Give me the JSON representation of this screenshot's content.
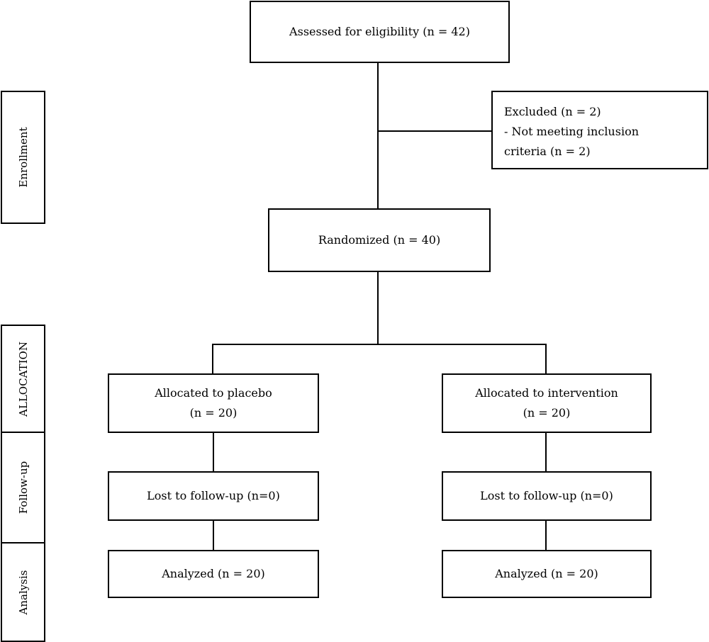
{
  "phases": {
    "enrollment": "Enrollment",
    "allocation": "ALLOCATION",
    "followup": "Follow-up",
    "analysis": "Analysis"
  },
  "boxes": {
    "assessed": "Assessed for eligibility (n = 42)",
    "excluded": {
      "line1": "Excluded (n = 2)",
      "line2": "- Not meeting inclusion",
      "line3": "criteria (n = 2)"
    },
    "randomized": "Randomized (n = 40)",
    "placebo": {
      "line1": "Allocated to placebo",
      "line2": "(n = 20)"
    },
    "intervention": {
      "line1": "Allocated to intervention",
      "line2": "(n = 20)"
    },
    "lost_placebo": "Lost to follow-up (n=0)",
    "lost_intervention": "Lost to follow-up (n=0)",
    "analyzed_placebo": "Analyzed (n = 20)",
    "analyzed_intervention": "Analyzed (n = 20)"
  }
}
